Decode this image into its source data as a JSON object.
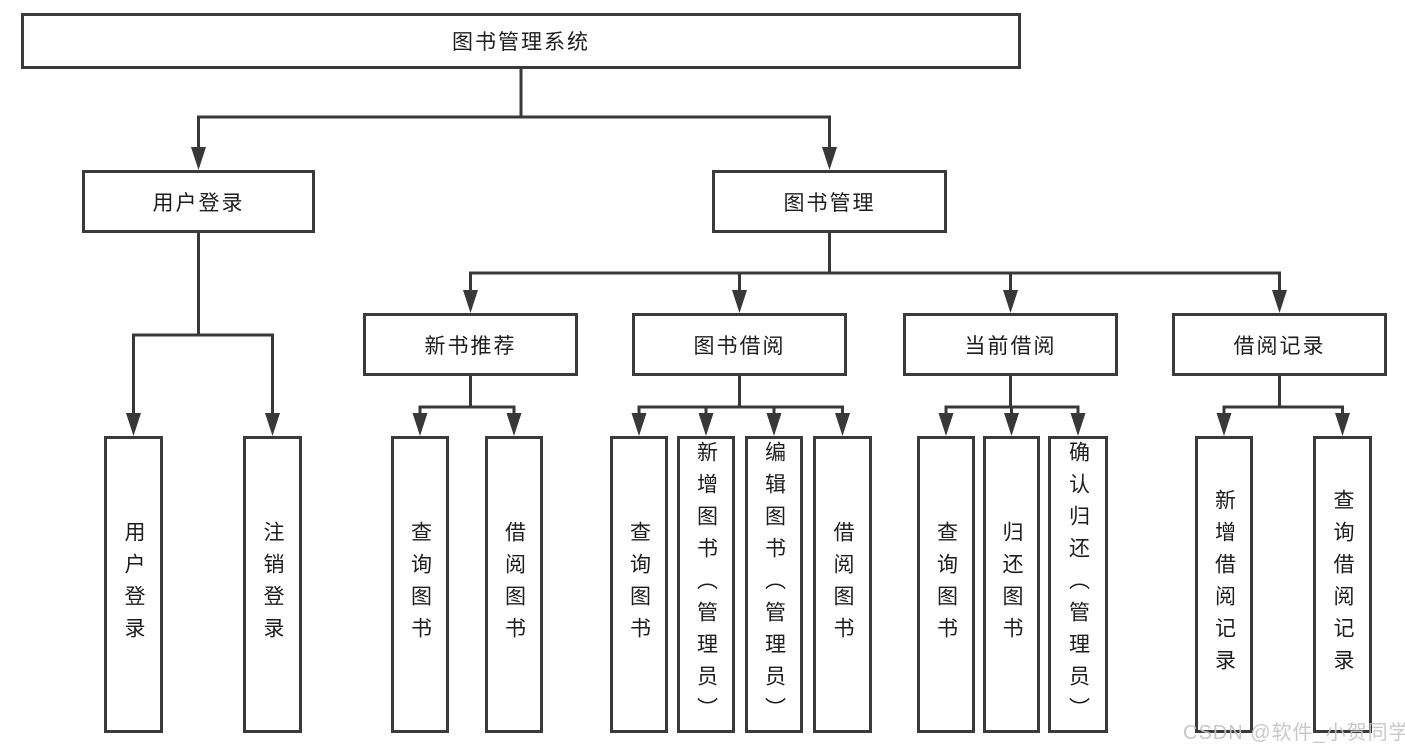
{
  "diagram_title": "图书管理系统",
  "tree": {
    "root": {
      "label": "图书管理系统"
    },
    "branches": [
      {
        "label": "用户登录",
        "children": [
          {
            "label": "用户登录"
          },
          {
            "label": "注销登录"
          }
        ]
      },
      {
        "label": "图书管理",
        "children": [
          {
            "label": "新书推荐",
            "children": [
              {
                "label": "查询图书"
              },
              {
                "label": "借阅图书"
              }
            ]
          },
          {
            "label": "图书借阅",
            "children": [
              {
                "label": "查询图书"
              },
              {
                "label": "新增图书（管理员）"
              },
              {
                "label": "编辑图书（管理员）"
              },
              {
                "label": "借阅图书"
              }
            ]
          },
          {
            "label": "当前借阅",
            "children": [
              {
                "label": "查询图书"
              },
              {
                "label": "归还图书"
              },
              {
                "label": "确认归还（管理员）"
              }
            ]
          },
          {
            "label": "借阅记录",
            "children": [
              {
                "label": "新增借阅记录"
              },
              {
                "label": "查询借阅记录"
              }
            ]
          }
        ]
      }
    ]
  },
  "watermark": {
    "text": "CSDN @软件_小贺同学"
  },
  "colors": {
    "line": "#383838",
    "box_border": "#3a3a3a",
    "text": "#1d1d1d",
    "watermark": "#c3c3c3",
    "background": "#ffffff"
  }
}
